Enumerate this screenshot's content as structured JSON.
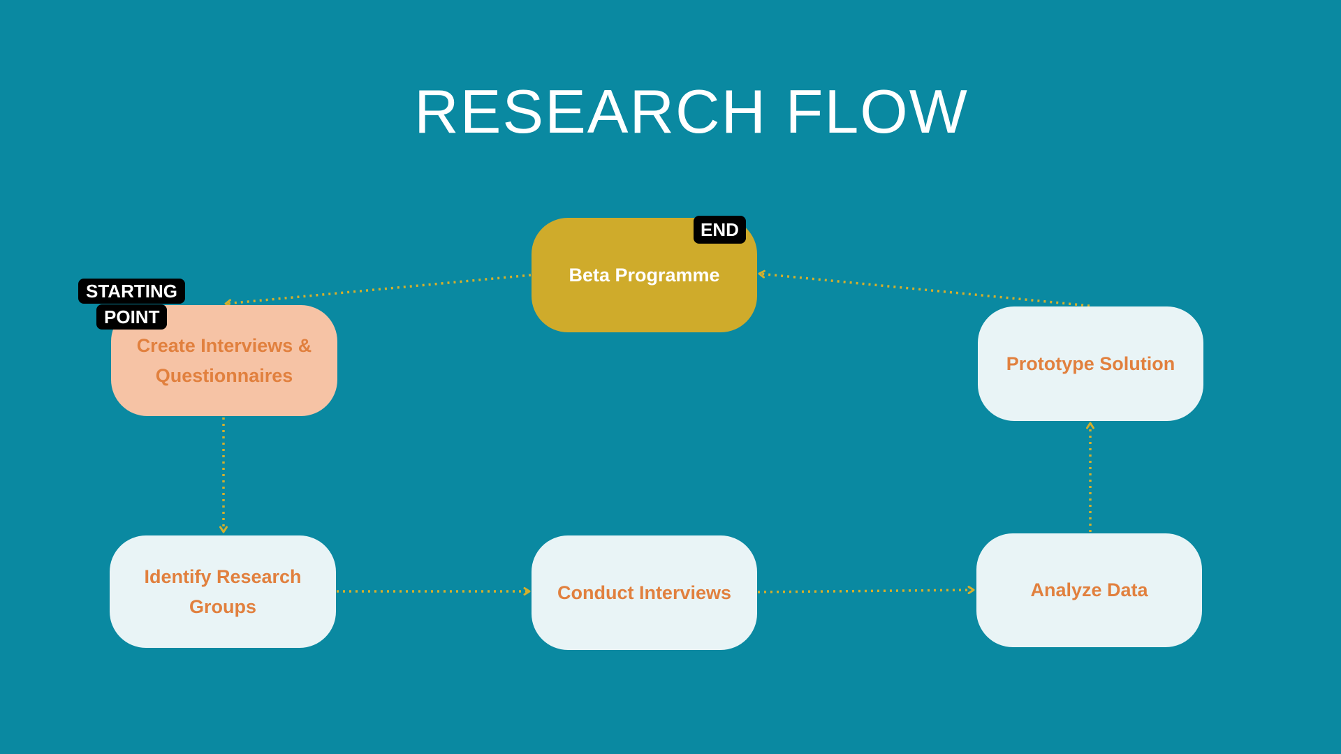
{
  "title": "RESEARCH FLOW",
  "colors": {
    "background": "#0a89a1",
    "connector": "#d4af2c",
    "node_light": "#e9f4f6",
    "node_start": "#f6c3a5",
    "node_end": "#cfab2b",
    "node_text": "#e1803e",
    "tag_bg": "#000000"
  },
  "nodes": {
    "create": {
      "line1": "Create Interviews &",
      "line2": "Questionnaires"
    },
    "identify": {
      "line1": "Identify Research",
      "line2": "Groups"
    },
    "conduct": {
      "label": "Conduct Interviews"
    },
    "analyze": {
      "label": "Analyze Data"
    },
    "prototype": {
      "label": "Prototype Solution"
    },
    "beta": {
      "label": "Beta Programme"
    }
  },
  "tags": {
    "start_line1": "STARTING",
    "start_line2": "POINT",
    "end": "END"
  },
  "flow_order": [
    "create",
    "identify",
    "conduct",
    "analyze",
    "prototype",
    "beta",
    "create"
  ]
}
